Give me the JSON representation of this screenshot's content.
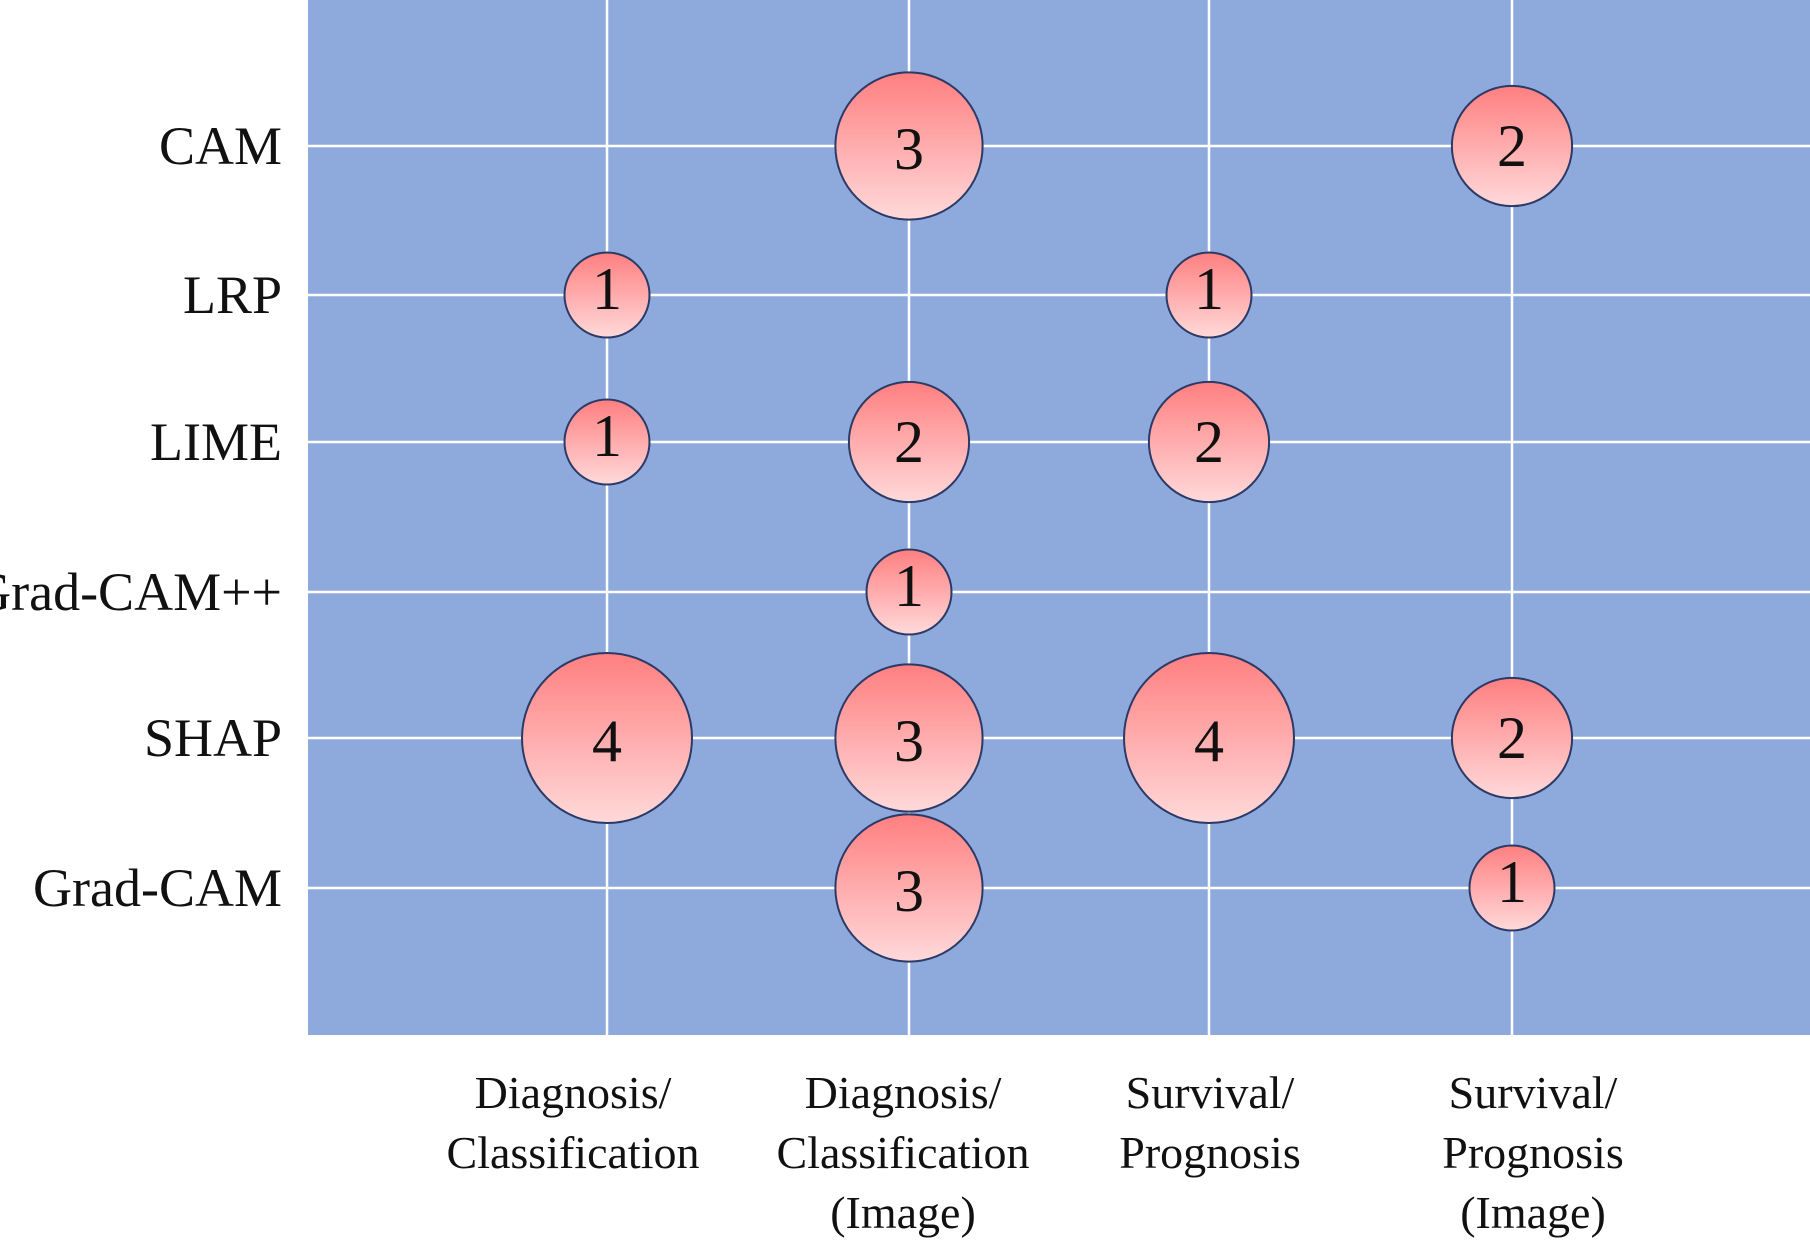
{
  "chart_data": {
    "type": "scatter",
    "subtype": "bubble",
    "title": "",
    "xlabel": "",
    "ylabel": "",
    "grid": true,
    "legend": "none",
    "colors": {
      "plot_background": "#8eaadd",
      "grid_line": "#ffffff",
      "bubble_fill_top": "#ff7f80",
      "bubble_fill_bottom": "#ffd9da",
      "bubble_stroke": "#2b3a66"
    },
    "x_categories": [
      [
        "Diagnosis/",
        "Classification"
      ],
      [
        "Diagnosis/",
        "Classification",
        "(Image)"
      ],
      [
        "Survival/",
        "Prognosis"
      ],
      [
        "Survival/",
        "Prognosis",
        "(Image)"
      ]
    ],
    "y_categories": [
      "CAM",
      "LRP",
      "LIME",
      "Grad-CAM++",
      "SHAP",
      "Grad-CAM"
    ],
    "points": [
      {
        "x": 1,
        "y": "CAM",
        "value": 3
      },
      {
        "x": 3,
        "y": "CAM",
        "value": 2
      },
      {
        "x": 0,
        "y": "LRP",
        "value": 1
      },
      {
        "x": 2,
        "y": "LRP",
        "value": 1
      },
      {
        "x": 0,
        "y": "LIME",
        "value": 1
      },
      {
        "x": 1,
        "y": "LIME",
        "value": 2
      },
      {
        "x": 2,
        "y": "LIME",
        "value": 2
      },
      {
        "x": 1,
        "y": "Grad-CAM++",
        "value": 1
      },
      {
        "x": 0,
        "y": "SHAP",
        "value": 4
      },
      {
        "x": 1,
        "y": "SHAP",
        "value": 3
      },
      {
        "x": 2,
        "y": "SHAP",
        "value": 4
      },
      {
        "x": 3,
        "y": "SHAP",
        "value": 2
      },
      {
        "x": 1,
        "y": "Grad-CAM",
        "value": 3
      },
      {
        "x": 3,
        "y": "Grad-CAM",
        "value": 1
      }
    ]
  }
}
